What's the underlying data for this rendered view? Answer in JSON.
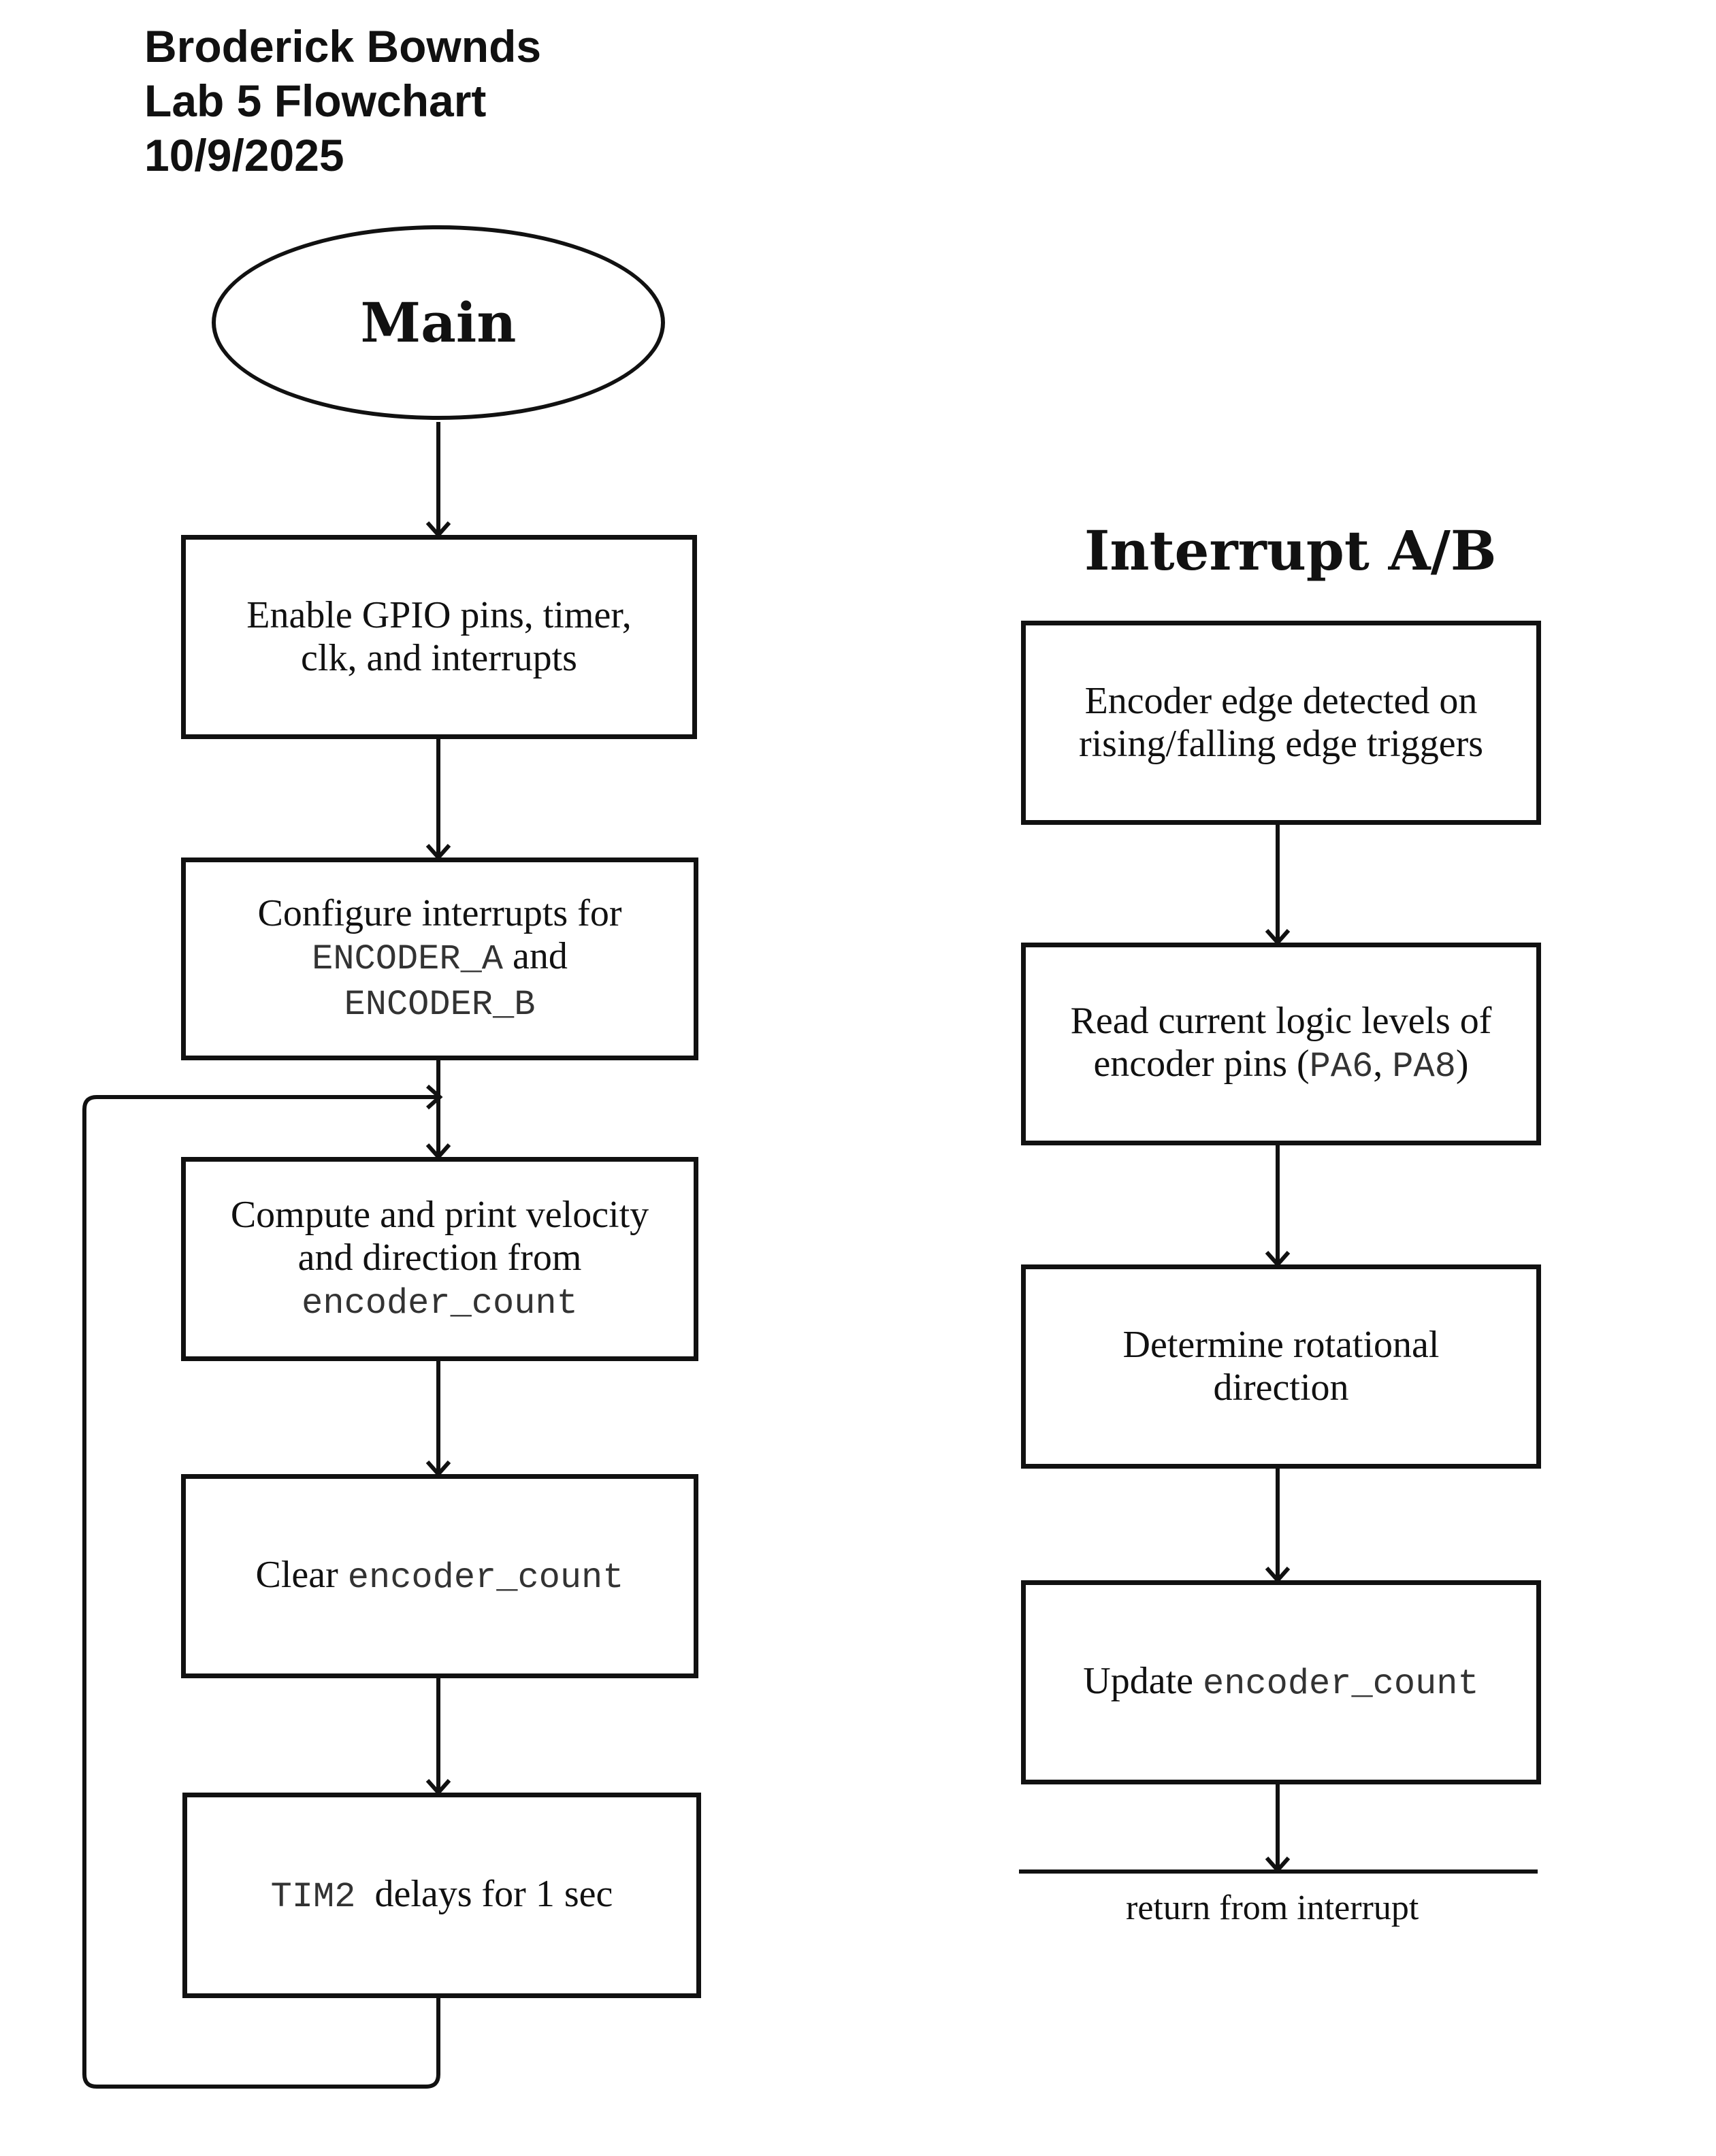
{
  "header": {
    "author": "Broderick Bownds",
    "title": "Lab 5 Flowchart",
    "date": "10/9/2025"
  },
  "main": {
    "start_label": "Main",
    "steps": {
      "enable": "Enable GPIO pins, timer, clk, and interrupts",
      "configure_prefix": "Configure interrupts for",
      "configure_code_a": "ENCODER_A",
      "configure_and": "and",
      "configure_code_b": "ENCODER_B",
      "compute_text": "Compute and print velocity and direction from",
      "compute_code": "encoder_count",
      "clear_text": "Clear",
      "clear_code": "encoder_count",
      "delay_code": "TIM2",
      "delay_text": "delays for 1 sec"
    }
  },
  "interrupt": {
    "title": "Interrupt A/B",
    "steps": {
      "edge": "Encoder edge detected on rising/falling edge triggers",
      "read_text": "Read current logic levels of encoder pins (",
      "read_code_1": "PA6",
      "read_sep": ", ",
      "read_code_2": "PA8",
      "read_close": ")",
      "determine": "Determine rotational direction",
      "update_text": "Update",
      "update_code": "encoder_count"
    },
    "end_label": "return from interrupt"
  }
}
